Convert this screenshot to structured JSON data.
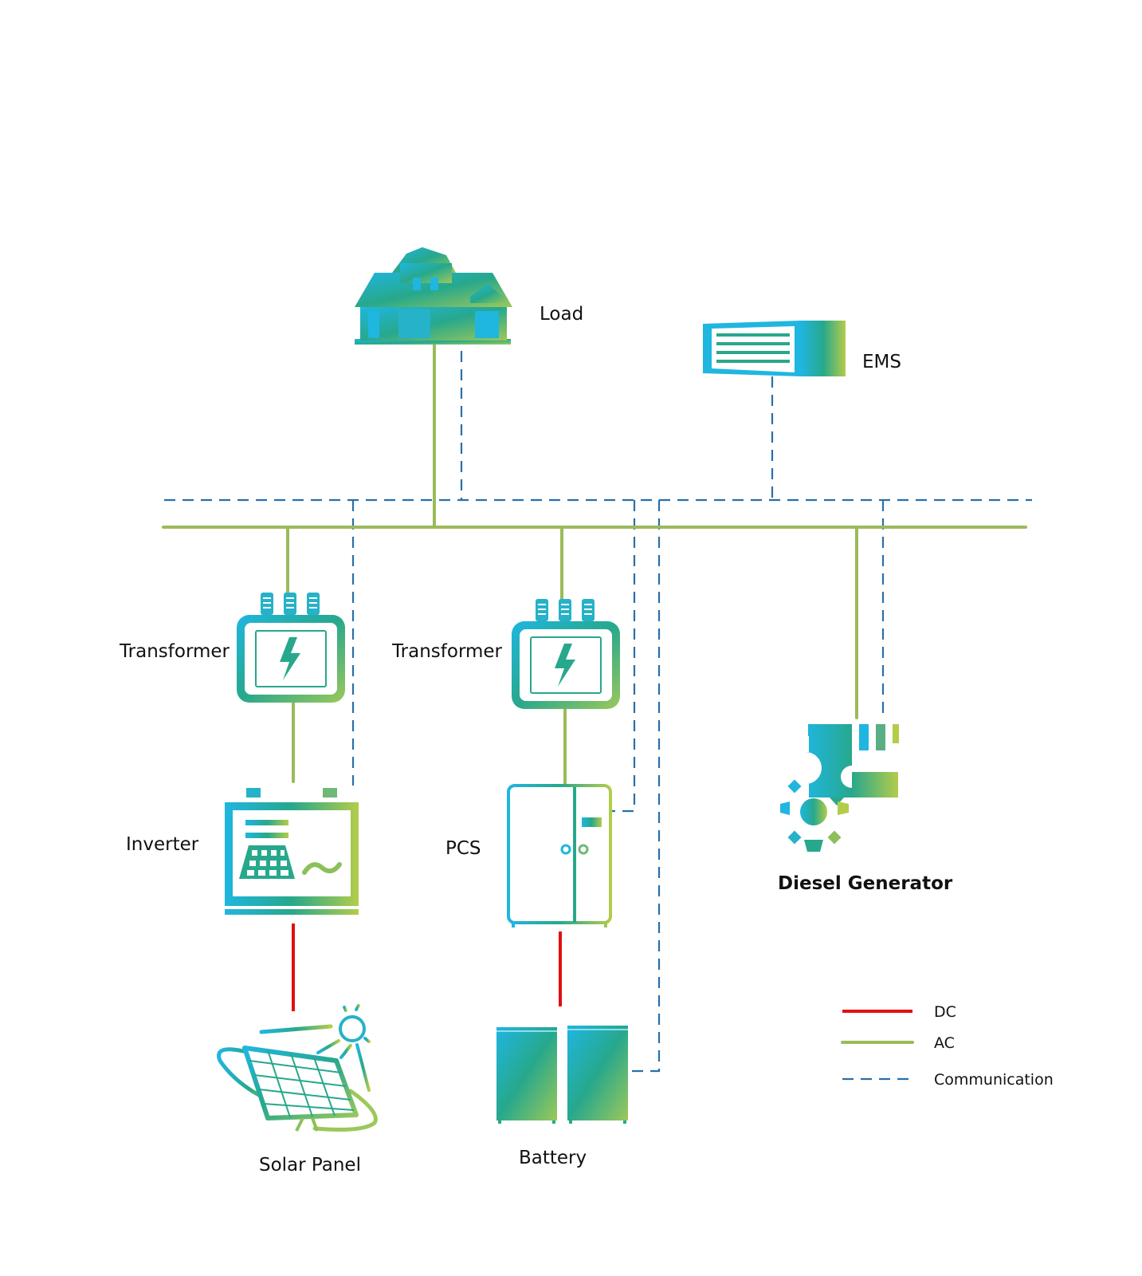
{
  "diagram": {
    "title": "Microgrid energy storage system topology",
    "colors": {
      "dc": "#e01010",
      "ac": "#9bbb59",
      "communication": "#2a6fa8",
      "icon_gradient_start": "#1fb6e0",
      "icon_gradient_mid": "#27a88c",
      "icon_gradient_end": "#b3cc4a"
    },
    "nodes": {
      "load": {
        "label": "Load",
        "icon": "house-icon"
      },
      "ems": {
        "label": "EMS",
        "icon": "server-rack-icon"
      },
      "transformer_1": {
        "label": "Transformer",
        "icon": "transformer-icon"
      },
      "transformer_2": {
        "label": "Transformer",
        "icon": "transformer-icon"
      },
      "inverter": {
        "label": "Inverter",
        "icon": "inverter-icon"
      },
      "pcs": {
        "label": "PCS",
        "icon": "cabinet-icon"
      },
      "diesel_generator": {
        "label": "Diesel Generator",
        "icon": "generator-engine-icon"
      },
      "solar_panel": {
        "label": "Solar Panel",
        "icon": "solar-panel-icon"
      },
      "battery": {
        "label": "Battery",
        "icon": "battery-cabinet-icon"
      }
    },
    "connections": [
      {
        "from": "load",
        "to": "ac_bus",
        "type": "AC"
      },
      {
        "from": "load",
        "to": "comm_bus",
        "type": "Communication"
      },
      {
        "from": "ems",
        "to": "comm_bus",
        "type": "Communication"
      },
      {
        "from": "ac_bus",
        "to": "transformer_1",
        "type": "AC"
      },
      {
        "from": "ac_bus",
        "to": "transformer_2",
        "type": "AC"
      },
      {
        "from": "ac_bus",
        "to": "diesel_generator",
        "type": "AC"
      },
      {
        "from": "transformer_1",
        "to": "inverter",
        "type": "AC"
      },
      {
        "from": "transformer_2",
        "to": "pcs",
        "type": "AC"
      },
      {
        "from": "inverter",
        "to": "solar_panel",
        "type": "DC"
      },
      {
        "from": "pcs",
        "to": "battery",
        "type": "DC"
      },
      {
        "from": "comm_bus",
        "to": "inverter",
        "type": "Communication"
      },
      {
        "from": "comm_bus",
        "to": "pcs",
        "type": "Communication"
      },
      {
        "from": "comm_bus",
        "to": "battery",
        "type": "Communication"
      },
      {
        "from": "comm_bus",
        "to": "diesel_generator",
        "type": "Communication"
      }
    ],
    "legend": [
      {
        "key": "dc",
        "label": "DC",
        "style": "solid"
      },
      {
        "key": "ac",
        "label": "AC",
        "style": "solid"
      },
      {
        "key": "communication",
        "label": "Communication",
        "style": "dashed"
      }
    ]
  }
}
